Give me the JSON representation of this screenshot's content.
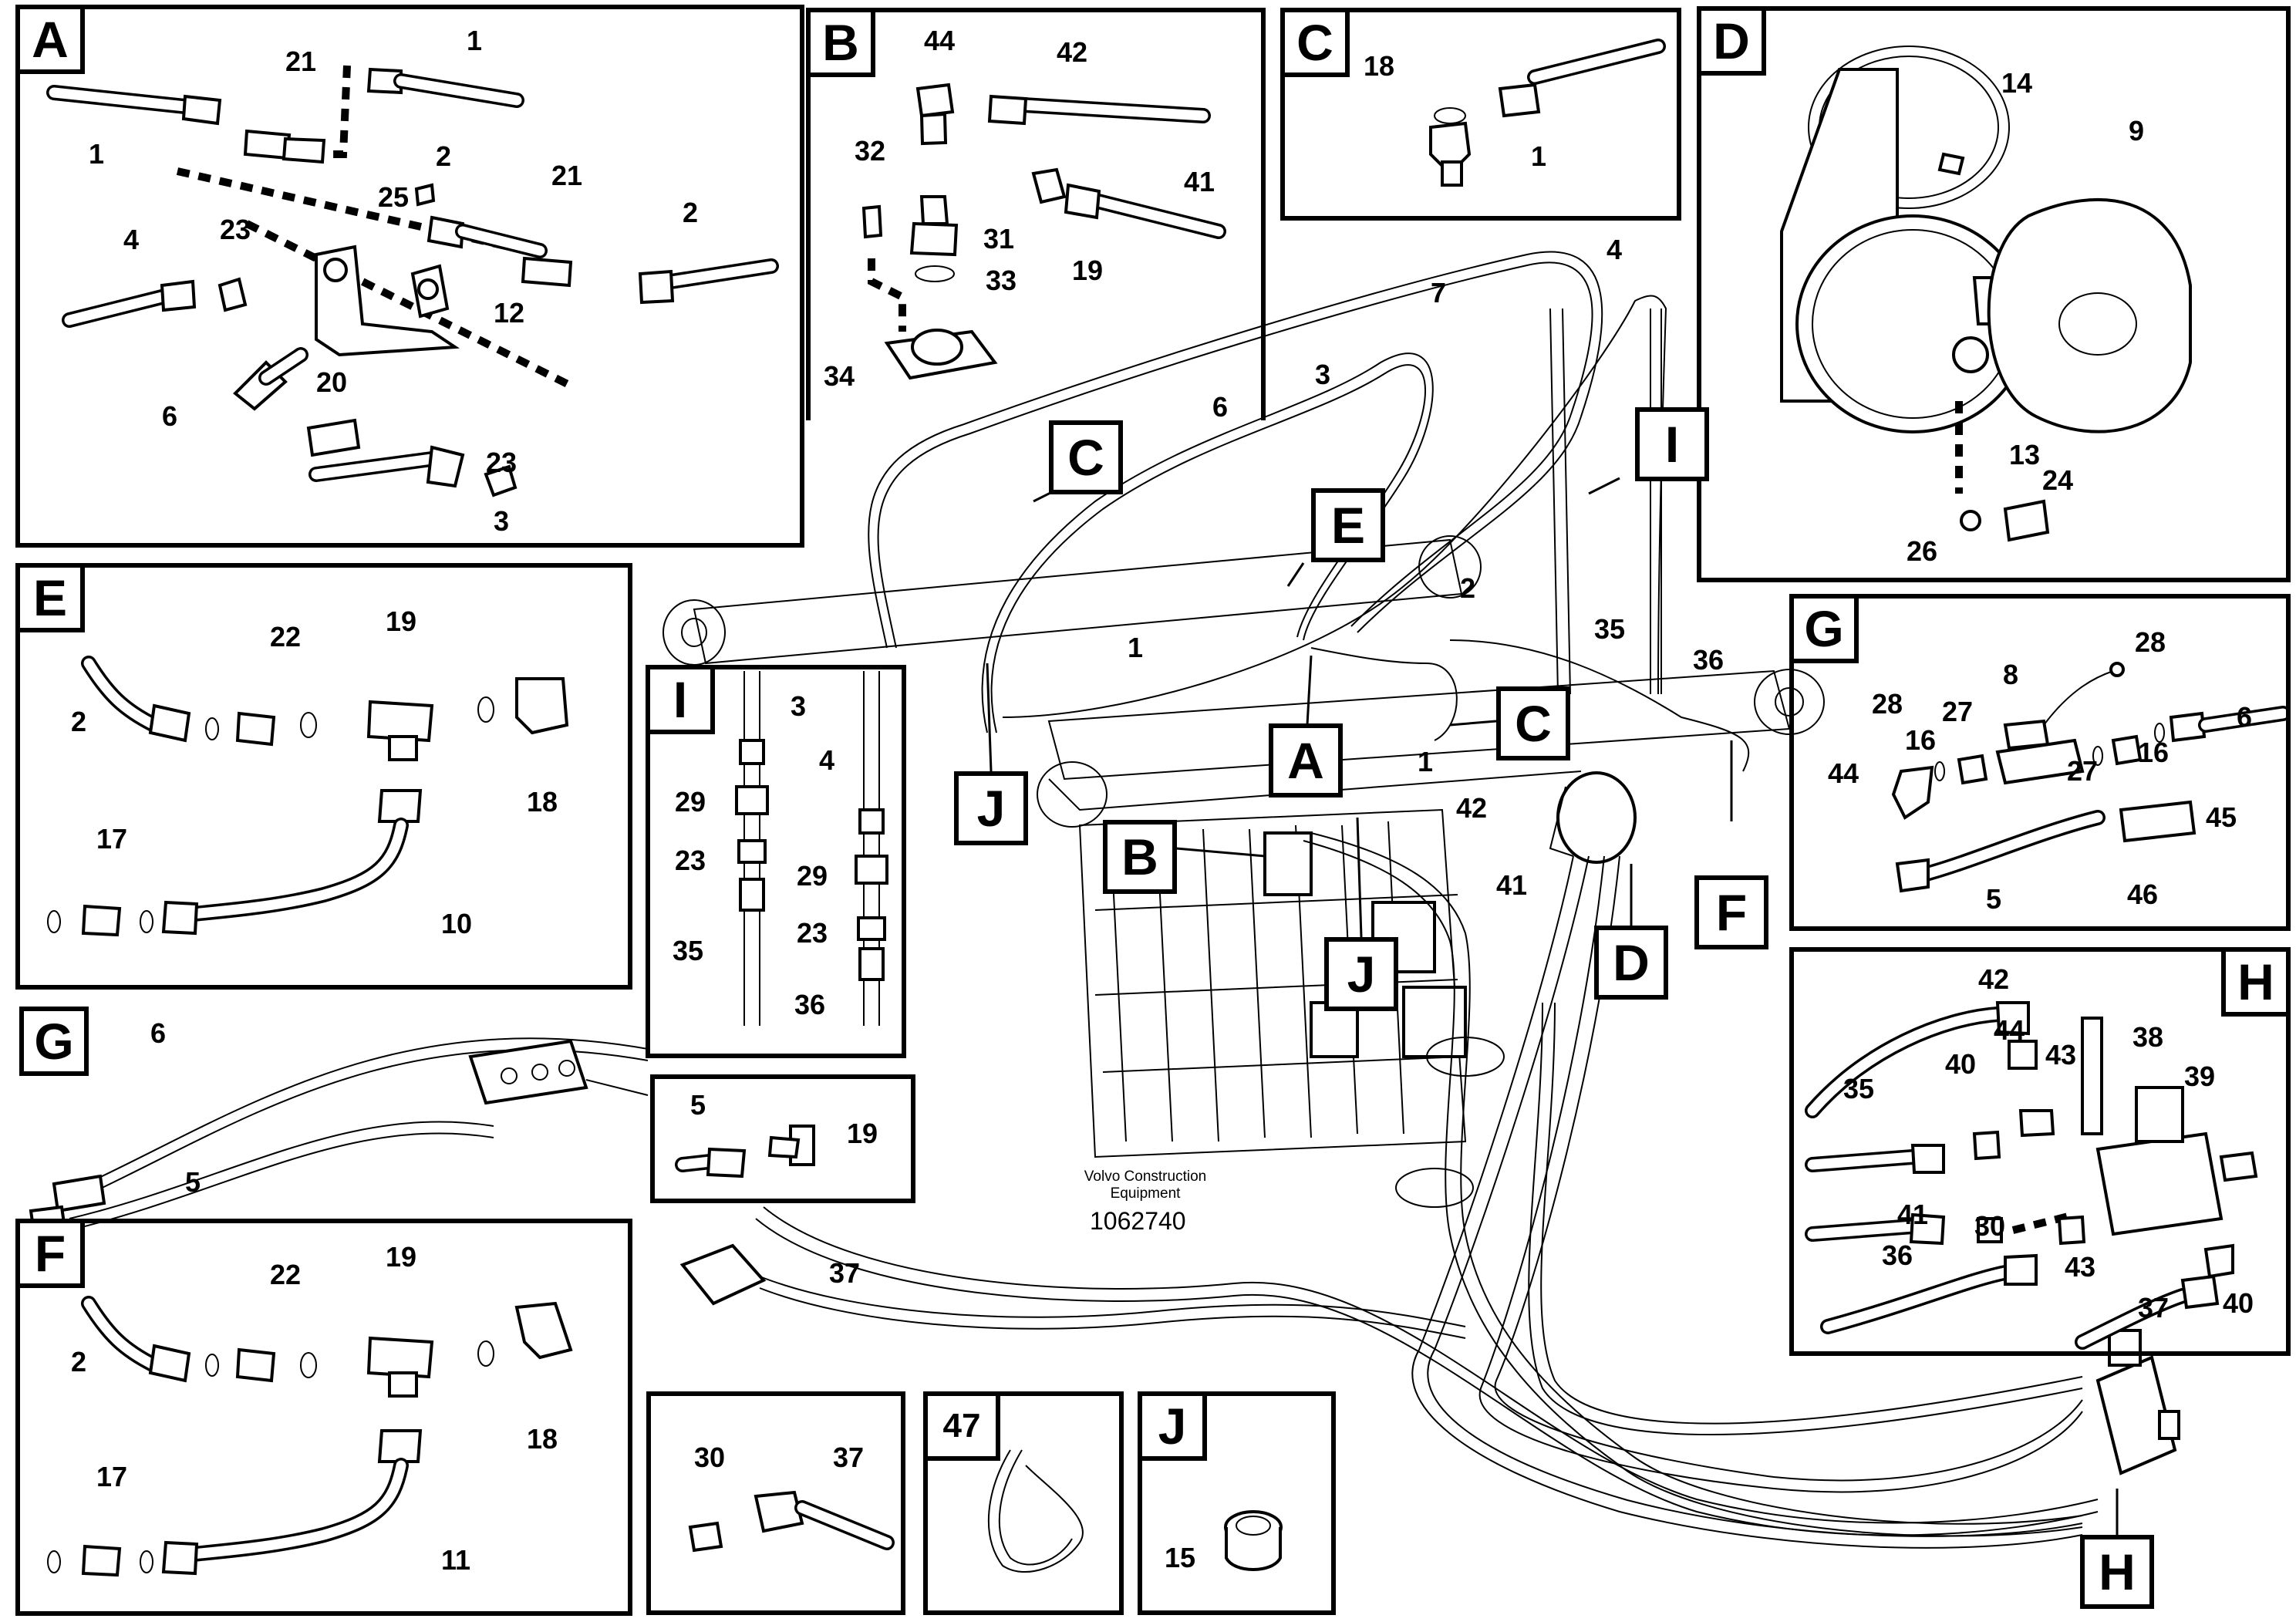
{
  "panels": {
    "A": "A",
    "B": "B",
    "C": "C",
    "D": "D",
    "E": "E",
    "F": "F",
    "G": "G",
    "H": "H",
    "I": "I",
    "J": "J",
    "p47": "47"
  },
  "callouts": {
    "C1": "C",
    "C2": "C",
    "E": "E",
    "A": "A",
    "I": "I",
    "J1": "J",
    "J2": "J",
    "B": "B",
    "D": "D",
    "F": "F",
    "H": "H"
  },
  "labels": {
    "A": [
      "21",
      "1",
      "1",
      "25",
      "2",
      "21",
      "2",
      "4",
      "23",
      "12",
      "6",
      "20",
      "23",
      "3"
    ],
    "B": [
      "44",
      "42",
      "32",
      "41",
      "31",
      "19",
      "33",
      "34"
    ],
    "C": [
      "18",
      "1"
    ],
    "D": [
      "14",
      "9",
      "13",
      "24",
      "26"
    ],
    "E": [
      "2",
      "22",
      "19",
      "18",
      "17",
      "10"
    ],
    "G": [
      "28",
      "8",
      "28",
      "16",
      "27",
      "6",
      "44",
      "16",
      "27",
      "45",
      "5",
      "46"
    ],
    "Gdetail": [
      "6",
      "5"
    ],
    "G19": [
      "5",
      "19"
    ],
    "I": [
      "3",
      "4",
      "29",
      "23",
      "29",
      "35",
      "23",
      "36"
    ],
    "H": [
      "42",
      "44",
      "38",
      "35",
      "40",
      "43",
      "39",
      "41",
      "30",
      "36",
      "43",
      "37",
      "40"
    ],
    "F": [
      "22",
      "19",
      "2",
      "18",
      "17",
      "11"
    ],
    "p30": [
      "30",
      "37"
    ],
    "J": [
      "15"
    ],
    "main": [
      "4",
      "7",
      "3",
      "6",
      "35",
      "36",
      "2",
      "1",
      "1",
      "42",
      "41",
      "37"
    ]
  },
  "caption": {
    "line1": "Volvo Construction",
    "line2": "Equipment",
    "code": "1062740"
  },
  "icons": [
    "hose-icon",
    "fitting-icon",
    "valve-block-icon",
    "accumulator-icon",
    "clamp-icon",
    "cable-tie-icon",
    "plug-icon"
  ]
}
